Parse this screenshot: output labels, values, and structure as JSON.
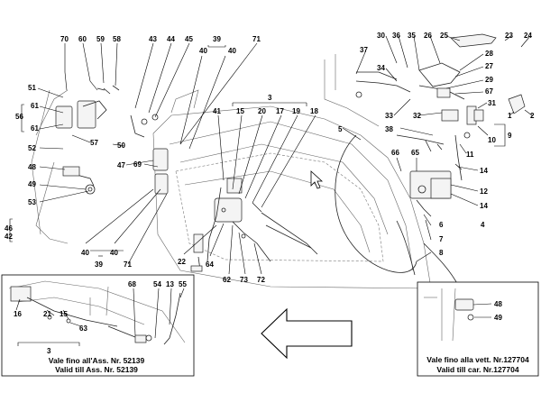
{
  "callouts": {
    "c70": "70",
    "c60": "60",
    "c59": "59",
    "c58": "58",
    "c43": "43",
    "c44": "44",
    "c45": "45",
    "c39a": "39",
    "c40a": "40",
    "c40b": "40",
    "c71a": "71",
    "c51": "51",
    "c61a": "61",
    "c56": "56",
    "c61b": "61",
    "c52": "52",
    "c57": "57",
    "c50": "50",
    "c48": "48",
    "c47": "47",
    "c69": "69",
    "c49": "49",
    "c53": "53",
    "c46": "46",
    "c42": "42",
    "c40c": "40",
    "c40d": "40",
    "c39b": "39",
    "c71b": "71",
    "c3a": "3",
    "c41": "41",
    "c15": "15",
    "c20": "20",
    "c17": "17",
    "c19": "19",
    "c18": "18",
    "c22": "22",
    "c64": "64",
    "c62": "62",
    "c73": "73",
    "c72": "72",
    "c5": "5",
    "c38": "38",
    "c66": "66",
    "c65": "65",
    "c30": "30",
    "c36": "36",
    "c35": "35",
    "c26": "26",
    "c25": "25",
    "c23": "23",
    "c24": "24",
    "c37": "37",
    "c34": "34",
    "c28": "28",
    "c27": "27",
    "c29": "29",
    "c67": "67",
    "c33": "33",
    "c32": "32",
    "c31": "31",
    "c1": "1",
    "c2": "2",
    "c10": "10",
    "c9": "9",
    "c11": "11",
    "c14a": "14",
    "c12": "12",
    "c14b": "14",
    "c4": "4",
    "c6": "6",
    "c7": "7",
    "c8": "8",
    "c16": "16",
    "c21": "21",
    "c63": "63",
    "c3b": "3",
    "c68": "68",
    "c54": "54",
    "c13": "13",
    "c55": "55",
    "c48b": "48",
    "c49b": "49"
  },
  "insets": {
    "left": {
      "caption_it": "Vale fino all'Ass. Nr. 52139",
      "caption_en": "Valid till Ass. Nr. 52139"
    },
    "right": {
      "caption_it": "Vale fino alla vett. Nr.127704",
      "caption_en": "Valid till car. Nr.127704"
    }
  }
}
